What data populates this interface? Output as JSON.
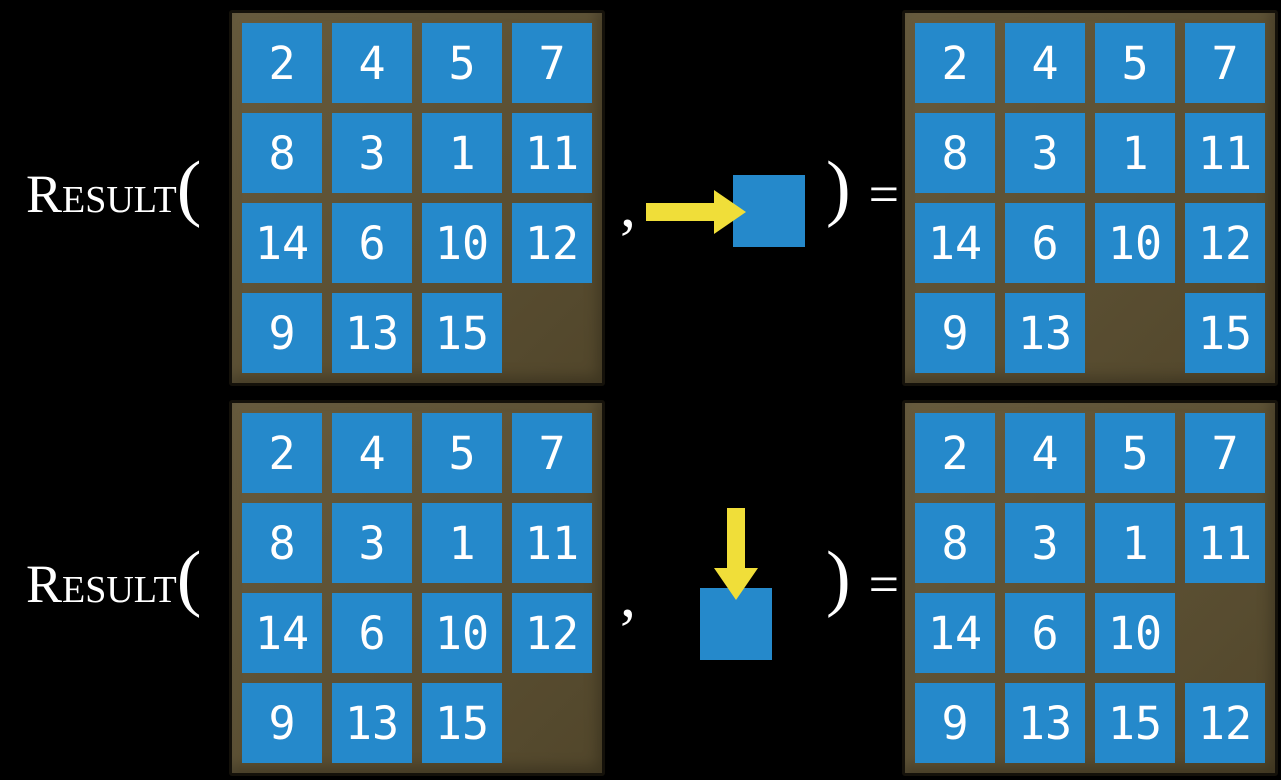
{
  "colors": {
    "background": "#000000",
    "tile_blue": "#2589cb",
    "frame_brown": "#5f5232",
    "arrow_yellow": "#f0de39",
    "number_white": "#ffffff"
  },
  "rows": [
    {
      "function_name": "Result",
      "open_paren": "(",
      "comma": ",",
      "move_icon": "arrow-right-into-blank-tile",
      "move_direction": "right",
      "close_paren": ")",
      "equals_sign": "=",
      "input_board": [
        [
          "2",
          "4",
          "5",
          "7"
        ],
        [
          "8",
          "3",
          "1",
          "11"
        ],
        [
          "14",
          "6",
          "10",
          "12"
        ],
        [
          "9",
          "13",
          "15",
          ""
        ]
      ],
      "output_board": [
        [
          "2",
          "4",
          "5",
          "7"
        ],
        [
          "8",
          "3",
          "1",
          "11"
        ],
        [
          "14",
          "6",
          "10",
          "12"
        ],
        [
          "9",
          "13",
          "",
          "15"
        ]
      ]
    },
    {
      "function_name": "Result",
      "open_paren": "(",
      "comma": ",",
      "move_icon": "arrow-down-into-blank-tile",
      "move_direction": "down",
      "close_paren": ")",
      "equals_sign": "=",
      "input_board": [
        [
          "2",
          "4",
          "5",
          "7"
        ],
        [
          "8",
          "3",
          "1",
          "11"
        ],
        [
          "14",
          "6",
          "10",
          "12"
        ],
        [
          "9",
          "13",
          "15",
          ""
        ]
      ],
      "output_board": [
        [
          "2",
          "4",
          "5",
          "7"
        ],
        [
          "8",
          "3",
          "1",
          "11"
        ],
        [
          "14",
          "6",
          "10",
          ""
        ],
        [
          "9",
          "13",
          "15",
          "12"
        ]
      ]
    }
  ]
}
